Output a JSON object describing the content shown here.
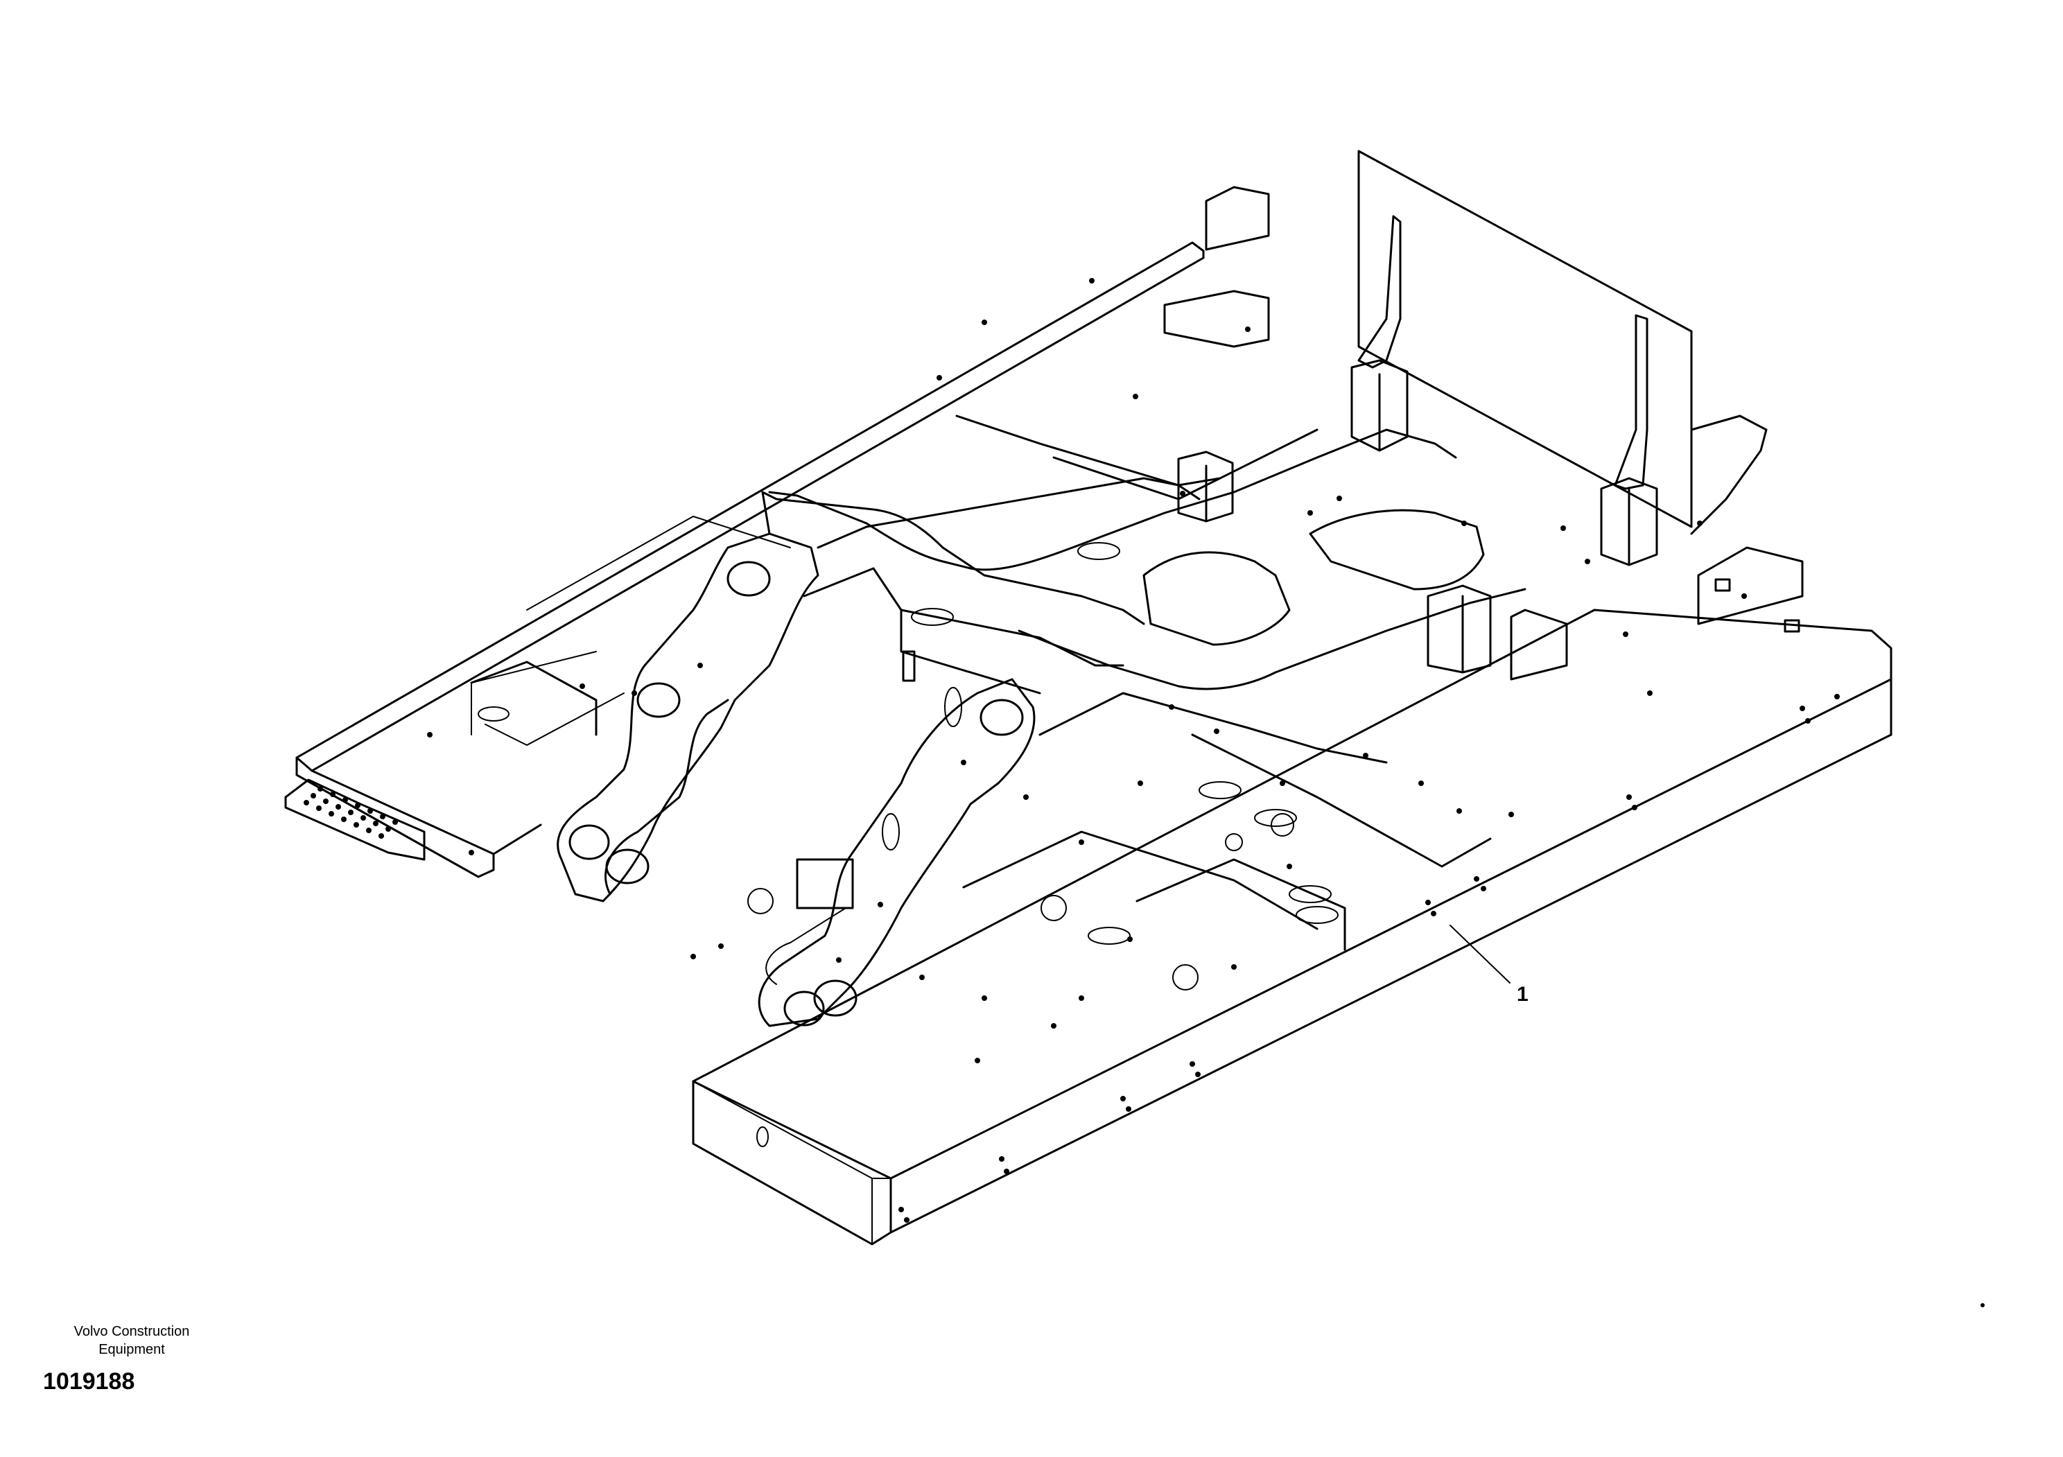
{
  "diagram": {
    "callouts": [
      {
        "id": "1",
        "label": "1"
      }
    ]
  },
  "footer": {
    "maker_line1": "Volvo Construction",
    "maker_line2": "Equipment",
    "doc_number": "1019188"
  }
}
